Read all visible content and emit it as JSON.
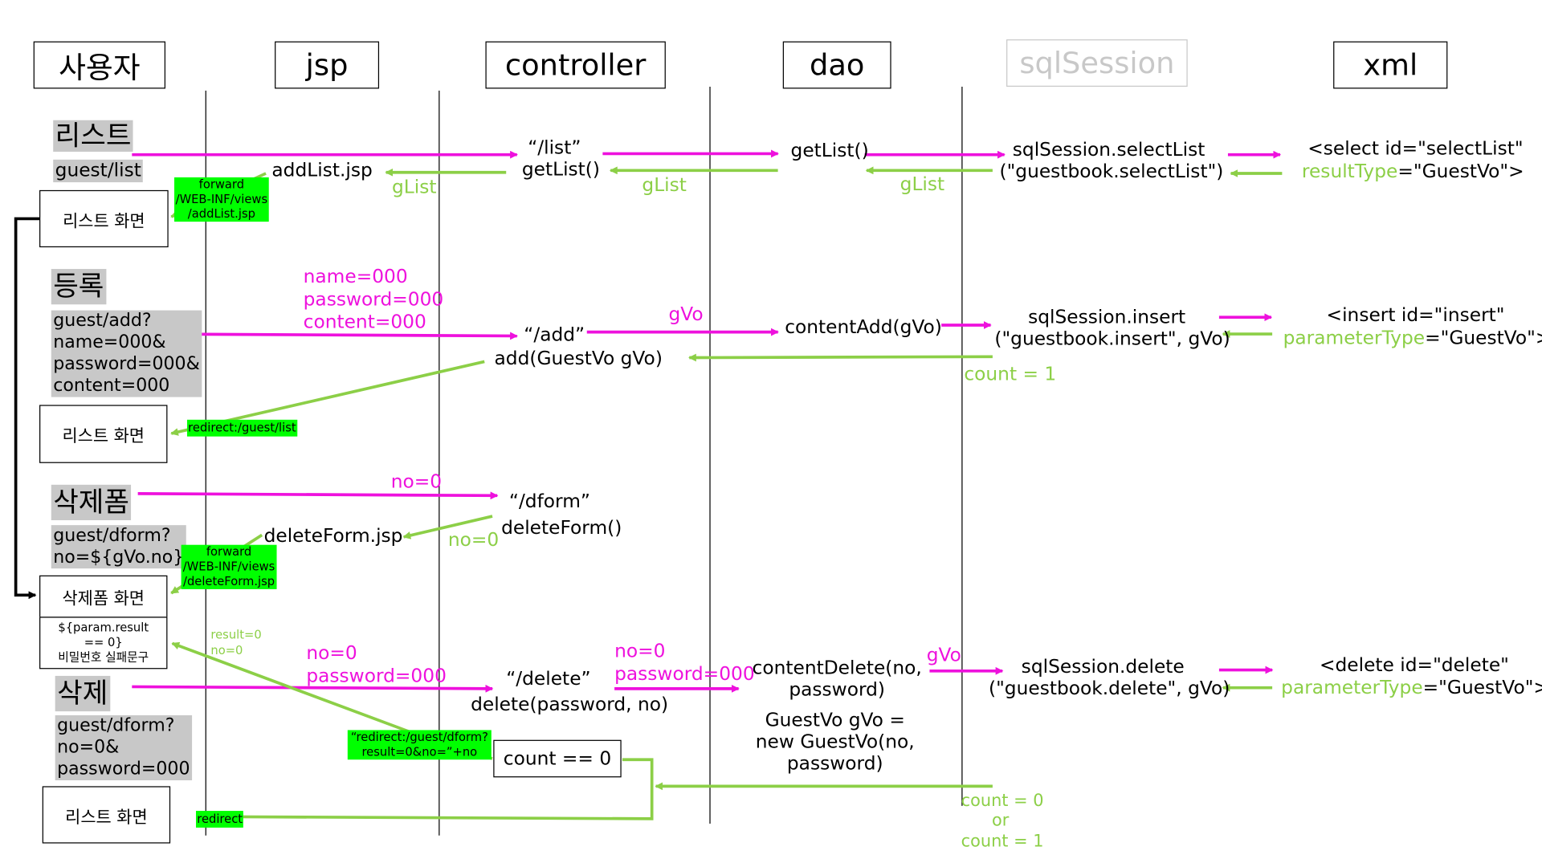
{
  "columns": [
    "사용자",
    "jsp",
    "controller",
    "dao",
    "sqlSession",
    "xml"
  ],
  "list_flow": {
    "title": "리스트",
    "url": "guest/list",
    "screen": "리스트 화면",
    "controller_route": "“/list”",
    "controller_method": "getList()",
    "jsp": "addList.jsp",
    "forward_note": [
      "forward",
      "/WEB-INF/views",
      "/addList.jsp"
    ],
    "dao_method": "getList()",
    "session_call": [
      "sqlSession.selectList",
      "(\"guestbook.selectList\")"
    ],
    "xml_tag": "<select id=\"selectList\"",
    "xml_attr_name": "resultType",
    "xml_attr_value": "=\"GuestVo\">",
    "return_label": "gList"
  },
  "add_flow": {
    "title": "등록",
    "url_lines": [
      "guest/add?",
      "name=000&",
      "password=000&",
      "content=000"
    ],
    "params": [
      "name=000",
      "password=000",
      "content=000"
    ],
    "controller_route": "“/add”",
    "controller_method": "add(GuestVo gVo)",
    "gvo_label": "gVo",
    "dao_method": "contentAdd(gVo)",
    "session_call": [
      "sqlSession.insert",
      "(\"guestbook.insert\", gVo)"
    ],
    "xml_tag": "<insert id=\"insert\"",
    "xml_attr_name": "parameterType",
    "xml_attr_value": "=\"GuestVo\">",
    "count_label": "count = 1",
    "redirect_note": "redirect:/guest/list",
    "screen": "리스트 화면"
  },
  "dform_flow": {
    "title": "삭제폼",
    "url_lines": [
      "guest/dform?",
      "no=${gVo.no}"
    ],
    "param": "no=0",
    "controller_route": "“/dform”",
    "controller_method": "deleteForm()",
    "return_param": "no=0",
    "jsp": "deleteForm.jsp",
    "forward_note": [
      "forward",
      "/WEB-INF/views",
      "/deleteForm.jsp"
    ],
    "screen": "삭제폼 화면",
    "screen_sub": [
      "${param.result",
      "== 0}",
      "비밀번호 실패문구"
    ],
    "result_note": [
      "result=0",
      "no=0"
    ]
  },
  "delete_flow": {
    "title": "삭제",
    "url_lines": [
      "guest/dform?",
      "no=0&",
      "password=000"
    ],
    "params": [
      "no=0",
      "password=000"
    ],
    "controller_route": "“/delete”",
    "controller_method": "delete(password, no)",
    "dao_params": [
      "no=0",
      "password=000"
    ],
    "dao_method": [
      "contentDelete(no,",
      "password)"
    ],
    "dao_note": [
      "GuestVo gVo =",
      "new GuestVo(no,",
      "password)"
    ],
    "gvo_label": "gVo",
    "session_call": [
      "sqlSession.delete",
      "(\"guestbook.delete\", gVo)"
    ],
    "xml_tag": "<delete id=\"delete\"",
    "xml_attr_name": "parameterType",
    "xml_attr_value": "=\"GuestVo\">",
    "count_check": "count == 0",
    "redirect_fail_note": [
      "“redirect:/guest/dform?",
      "result=0&no=”+no"
    ],
    "count_labels": [
      "count = 0",
      "or",
      "count = 1"
    ],
    "redirect_note": "redirect",
    "screen": "리스트 화면"
  },
  "colors": {
    "request": "#ee11dd",
    "response": "#8ccf47",
    "highlight": "#00ff00",
    "label_bg": "#c8c8c8",
    "faded": "#c8c8c8"
  }
}
